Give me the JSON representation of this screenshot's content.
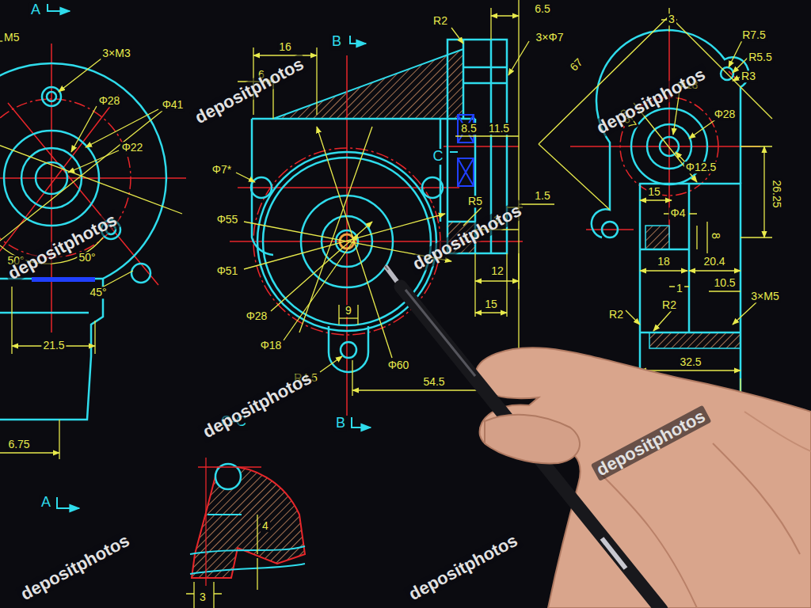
{
  "diagram": {
    "labels": [
      "A",
      "M5",
      "3×M3",
      "Φ28",
      "Φ41",
      "Φ22",
      "50°",
      "50°",
      "45°",
      "21.5",
      "6.75",
      "A",
      "16",
      "6",
      "B",
      "Φ7*",
      "Φ55",
      "Φ51",
      "Φ28",
      "Φ18",
      "R4.5",
      "9",
      "Φ60",
      "54.5",
      "B",
      "C",
      "R2",
      "6.5",
      "3×Φ7",
      "8.5",
      "11.5",
      "1.5",
      "R5",
      "3",
      "12",
      "15",
      "C-C",
      "4",
      "3",
      "3",
      "R7.5",
      "R5.5",
      "R3",
      "67",
      "Φ18",
      "Φ57",
      "Φ28",
      "Φ12.5",
      "26.25",
      "15",
      "Φ4",
      "8",
      "18",
      "20.4",
      "1",
      "10.5",
      "3×M5",
      "R2",
      "R2",
      "32.5",
      "depositphotos",
      "depositphotos",
      "depositphotos",
      "depositphotos",
      "depositphotos",
      "depositphotos",
      "depositphotos",
      "depositphotos"
    ]
  }
}
